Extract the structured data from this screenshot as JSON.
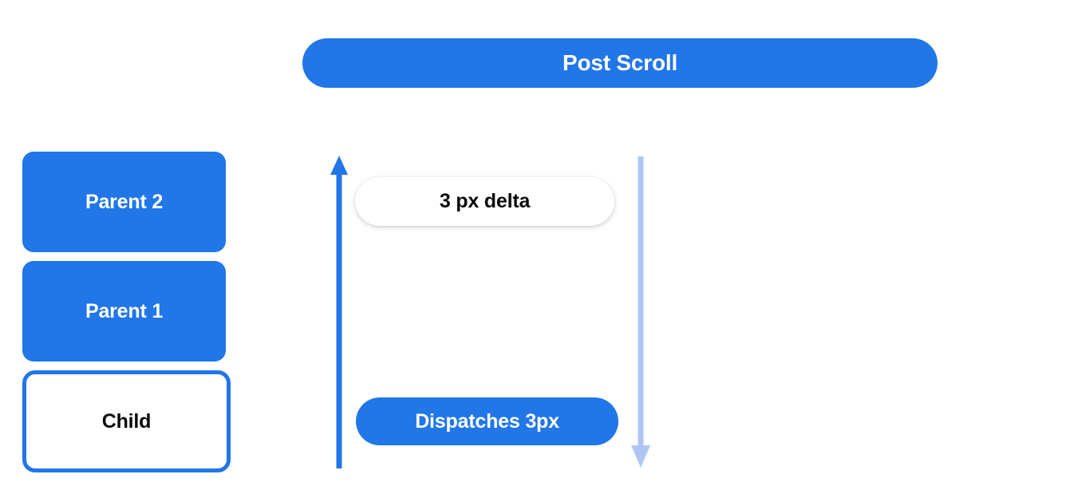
{
  "background_color": "#ffffff",
  "colors": {
    "brand_blue": "#2176e8",
    "light_blue": "#aec7f2",
    "text_dark": "#0b0b0b",
    "text_light": "#ffffff"
  },
  "header": {
    "title": "Post Scroll"
  },
  "hierarchy": {
    "boxes": [
      {
        "label": "Parent 2",
        "style": "filled"
      },
      {
        "label": "Parent 1",
        "style": "filled"
      },
      {
        "label": "Child",
        "style": "outlined"
      }
    ]
  },
  "flow": {
    "chips": [
      {
        "label": "3 px delta",
        "style": "white"
      },
      {
        "label": "Dispatches 3px",
        "style": "blue"
      }
    ],
    "arrows": [
      {
        "name": "scroll-up-arrow",
        "direction": "up",
        "color": "#2176e8"
      },
      {
        "name": "scroll-down-arrow",
        "direction": "down",
        "color": "#aec7f2"
      }
    ]
  }
}
